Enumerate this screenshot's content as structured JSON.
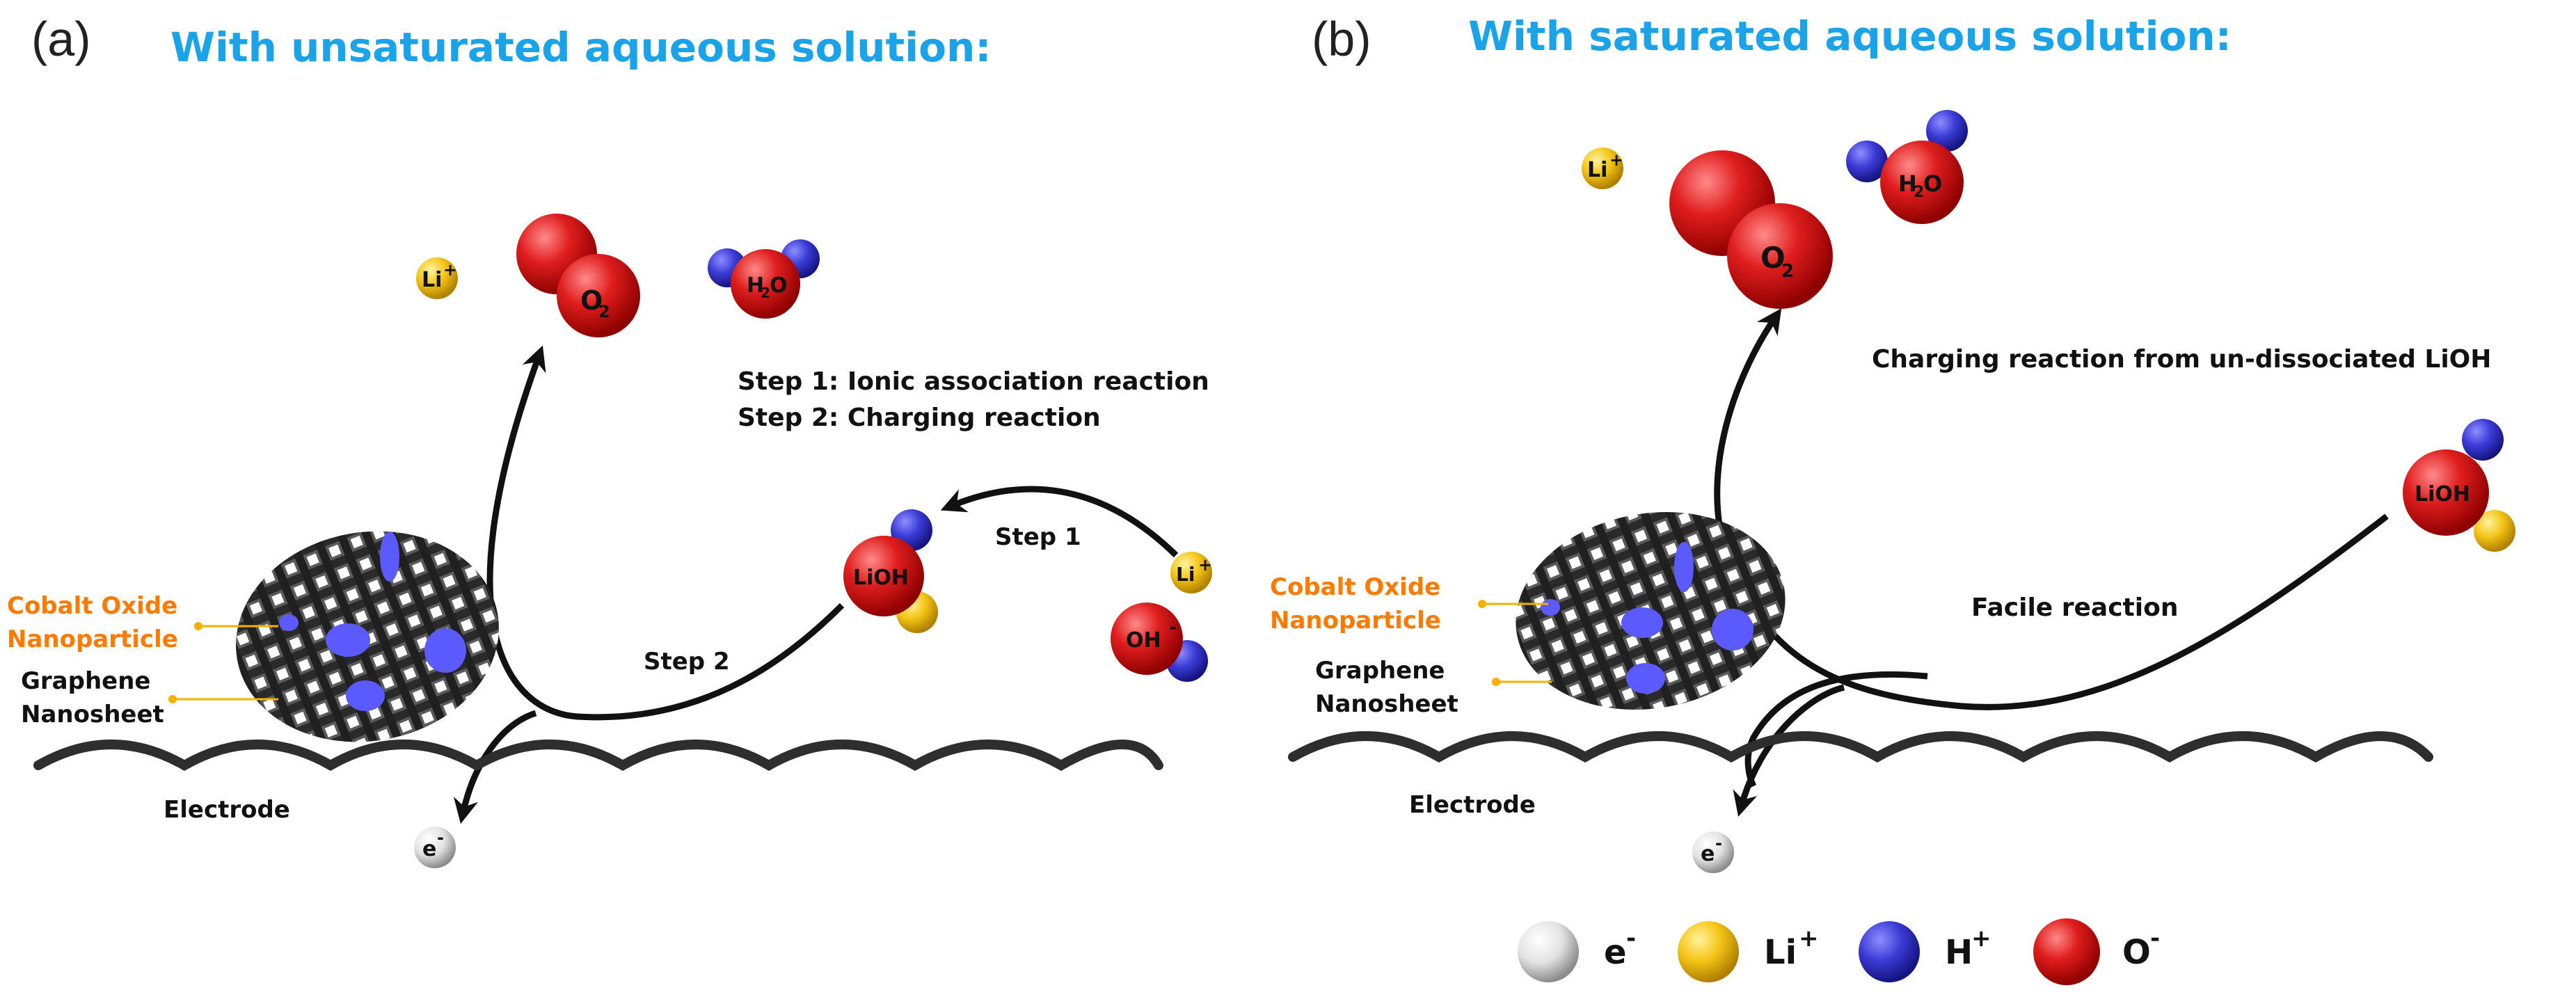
{
  "panels": [
    {
      "label": "(a)",
      "title": "With unsaturated aqueous solution:",
      "steps_text": [
        "Step 1: Ionic association reaction",
        "Step 2: Charging reaction"
      ],
      "step1_label": "Step 1",
      "step2_label": "Step 2",
      "cobalt_label": [
        "Cobalt Oxide",
        "Nanoparticle"
      ],
      "graphene_label": [
        "Graphene",
        "Nanosheet"
      ],
      "electrode_label": "Electrode",
      "li_ion": "Li",
      "li_sup": "+",
      "o2": "O",
      "o2_sub": "2",
      "h2o_h": "H",
      "h2o_sub": "2",
      "h2o_o": "O",
      "lioh": "LiOH",
      "oh": "OH",
      "oh_sup": "-",
      "e": "e",
      "e_sup": "-"
    },
    {
      "label": "(b)",
      "title": "With saturated aqueous solution:",
      "reaction_text": "Charging reaction from un-dissociated LiOH",
      "facile_label": "Facile reaction",
      "cobalt_label": [
        "Cobalt Oxide",
        "Nanoparticle"
      ],
      "graphene_label": [
        "Graphene",
        "Nanosheet"
      ],
      "electrode_label": "Electrode",
      "li_ion": "Li",
      "li_sup": "+",
      "o2": "O",
      "o2_sub": "2",
      "h2o_h": "H",
      "h2o_sub": "2",
      "h2o_o": "O",
      "lioh": "LiOH",
      "e": "e",
      "e_sup": "-"
    }
  ],
  "legend": [
    {
      "symbol": "e",
      "sup": "-",
      "color": "#e8e8e8"
    },
    {
      "symbol": "Li",
      "sup": "+",
      "color": "#f5c518"
    },
    {
      "symbol": "H",
      "sup": "+",
      "color": "#3b3bd6"
    },
    {
      "symbol": "O",
      "sup": "-",
      "color": "#e01e1e"
    }
  ],
  "colors": {
    "title": "#1aa3e8",
    "cobalt_label": "#ff7a00",
    "o_sphere": "#e01e1e",
    "h_sphere": "#3b3bd6",
    "li_sphere": "#f5c518",
    "e_sphere": "#e8e8e8",
    "graphene": "#333333",
    "nanoparticle": "#5a5aff"
  }
}
